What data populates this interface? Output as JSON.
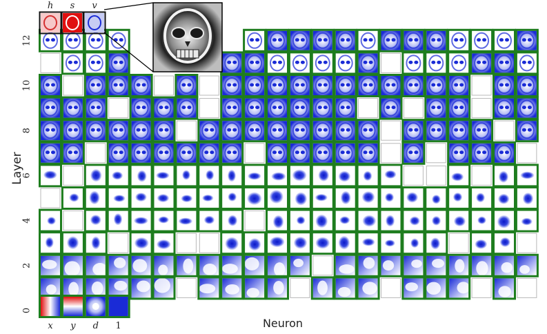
{
  "axis": {
    "ylabel": "Layer",
    "xlabel": "Neuron"
  },
  "layer_ticks": [
    "0",
    "2",
    "4",
    "6",
    "8",
    "10",
    "12"
  ],
  "top_inputs": [
    "h",
    "s",
    "v"
  ],
  "bottom_inputs": [
    "x",
    "y",
    "d",
    "1"
  ],
  "colors": {
    "frame": "#1e7d1e",
    "blue": "#1a2bd6",
    "red": "#e01010"
  }
}
